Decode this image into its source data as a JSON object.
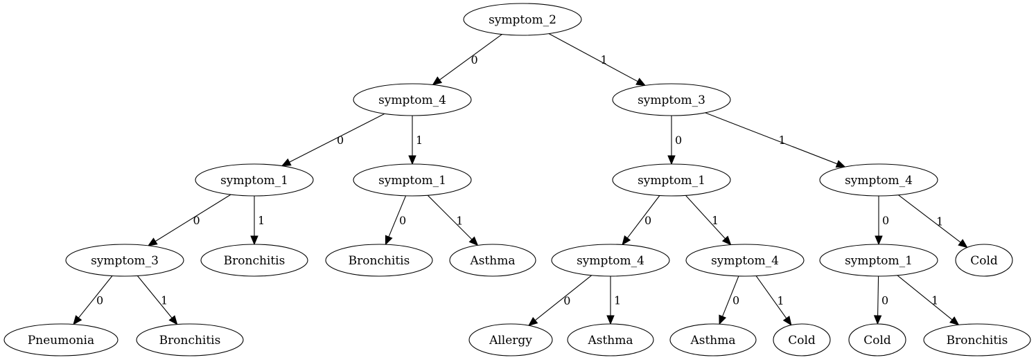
{
  "nodes": [
    {
      "id": "root",
      "label": "symptom_2"
    },
    {
      "id": "l_s4",
      "label": "symptom_4"
    },
    {
      "id": "r_s3",
      "label": "symptom_3"
    },
    {
      "id": "ll_s1",
      "label": "symptom_1"
    },
    {
      "id": "lr_s1",
      "label": "symptom_1"
    },
    {
      "id": "rl_s1",
      "label": "symptom_1"
    },
    {
      "id": "rr_s4",
      "label": "symptom_4"
    },
    {
      "id": "lll_s3",
      "label": "symptom_3"
    },
    {
      "id": "llr_bron",
      "label": "Bronchitis"
    },
    {
      "id": "lrl_bron",
      "label": "Bronchitis"
    },
    {
      "id": "lrr_asth",
      "label": "Asthma"
    },
    {
      "id": "rll_s4",
      "label": "symptom_4"
    },
    {
      "id": "rlr_s4",
      "label": "symptom_4"
    },
    {
      "id": "rrl_s1",
      "label": "symptom_1"
    },
    {
      "id": "rrr_cold",
      "label": "Cold"
    },
    {
      "id": "llll_pneu",
      "label": "Pneumonia"
    },
    {
      "id": "lllr_bron",
      "label": "Bronchitis"
    },
    {
      "id": "rlll_allergy",
      "label": "Allergy"
    },
    {
      "id": "rllr_asth",
      "label": "Asthma"
    },
    {
      "id": "rlrl_asth",
      "label": "Asthma"
    },
    {
      "id": "rlrr_cold",
      "label": "Cold"
    },
    {
      "id": "rrll_cold",
      "label": "Cold"
    },
    {
      "id": "rrlr_bron",
      "label": "Bronchitis"
    }
  ],
  "edges": [
    {
      "from": "root",
      "to": "l_s4",
      "label": "0"
    },
    {
      "from": "root",
      "to": "r_s3",
      "label": "1"
    },
    {
      "from": "l_s4",
      "to": "ll_s1",
      "label": "0"
    },
    {
      "from": "l_s4",
      "to": "lr_s1",
      "label": "1"
    },
    {
      "from": "r_s3",
      "to": "rl_s1",
      "label": "0"
    },
    {
      "from": "r_s3",
      "to": "rr_s4",
      "label": "1"
    },
    {
      "from": "ll_s1",
      "to": "lll_s3",
      "label": "0"
    },
    {
      "from": "ll_s1",
      "to": "llr_bron",
      "label": "1"
    },
    {
      "from": "lr_s1",
      "to": "lrl_bron",
      "label": "0"
    },
    {
      "from": "lr_s1",
      "to": "lrr_asth",
      "label": "1"
    },
    {
      "from": "rl_s1",
      "to": "rll_s4",
      "label": "0"
    },
    {
      "from": "rl_s1",
      "to": "rlr_s4",
      "label": "1"
    },
    {
      "from": "rr_s4",
      "to": "rrl_s1",
      "label": "0"
    },
    {
      "from": "rr_s4",
      "to": "rrr_cold",
      "label": "1"
    },
    {
      "from": "lll_s3",
      "to": "llll_pneu",
      "label": "0"
    },
    {
      "from": "lll_s3",
      "to": "lllr_bron",
      "label": "1"
    },
    {
      "from": "rll_s4",
      "to": "rlll_allergy",
      "label": "0"
    },
    {
      "from": "rll_s4",
      "to": "rllr_asth",
      "label": "1"
    },
    {
      "from": "rlr_s4",
      "to": "rlrl_asth",
      "label": "0"
    },
    {
      "from": "rlr_s4",
      "to": "rlrr_cold",
      "label": "1"
    },
    {
      "from": "rrl_s1",
      "to": "rrll_cold",
      "label": "0"
    },
    {
      "from": "rrl_s1",
      "to": "rrlr_bron",
      "label": "1"
    }
  ]
}
